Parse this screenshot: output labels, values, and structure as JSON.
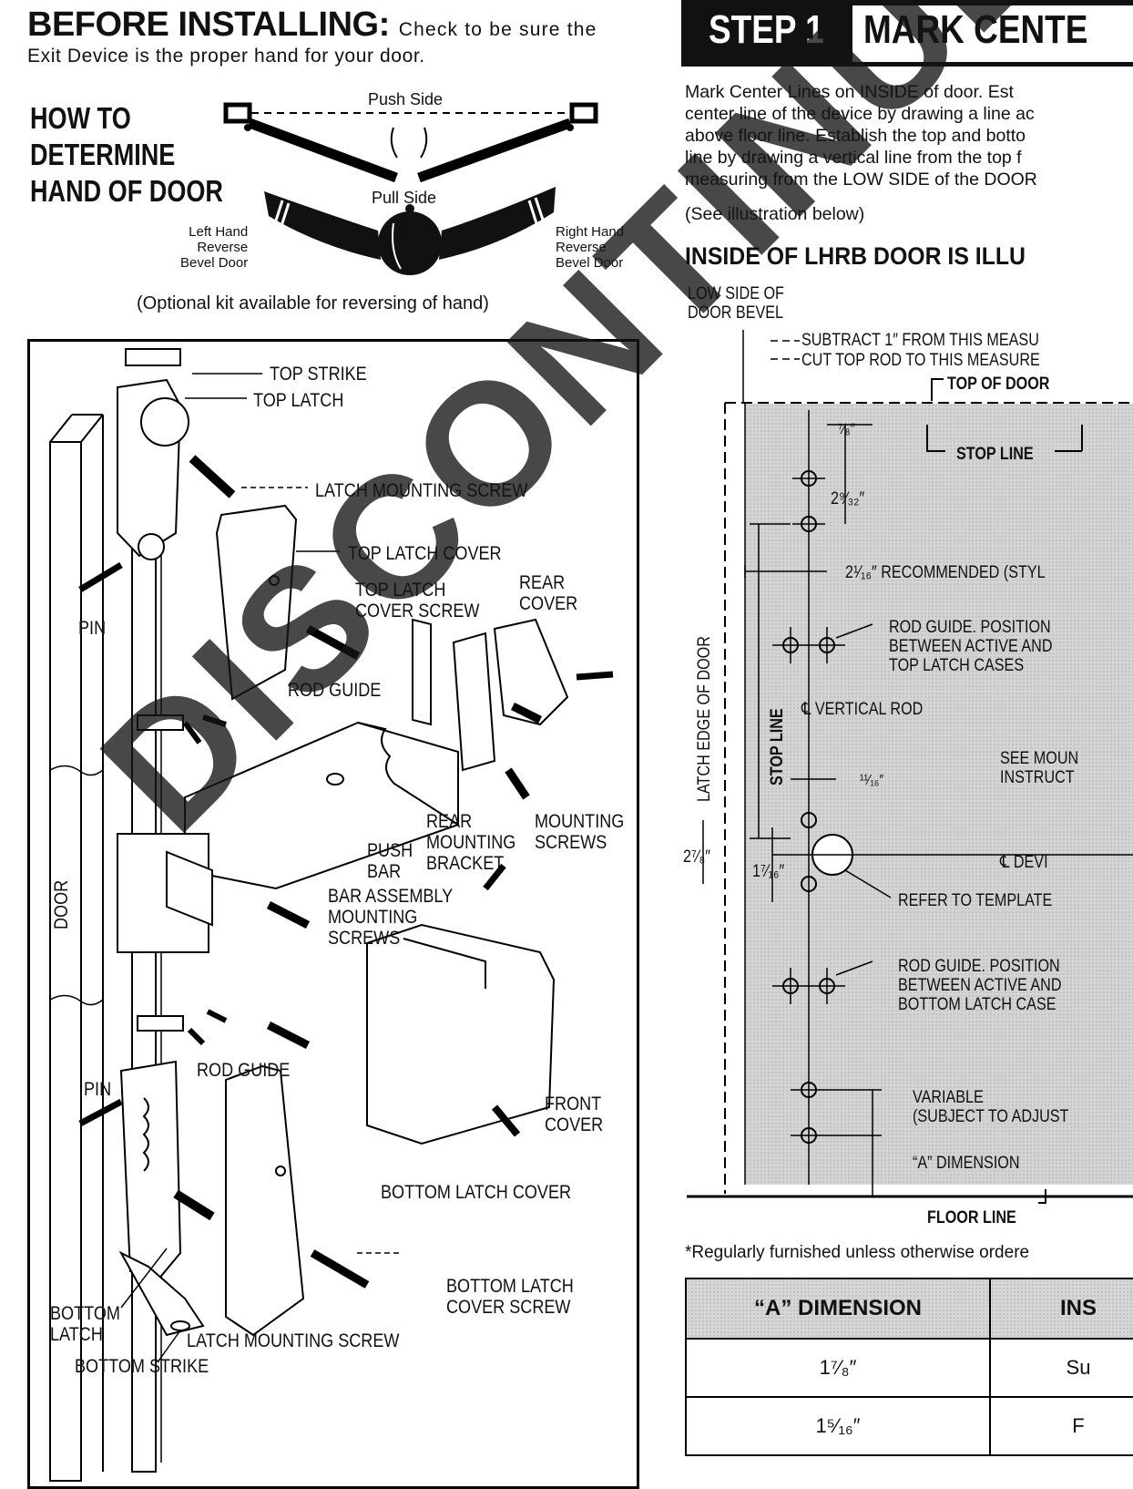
{
  "left": {
    "title": "BEFORE INSTALLING:",
    "title_tail": "Check to be sure the",
    "subtitle": "Exit Device is the proper hand for your door.",
    "how_to": [
      "HOW TO",
      "DETERMINE",
      "HAND OF DOOR"
    ],
    "push_side": "Push Side",
    "pull_side": "Pull Side",
    "left_hand": [
      "Left Hand",
      "Reverse",
      "Bevel Door"
    ],
    "right_hand": [
      "Right Hand",
      "Reverse",
      "Bevel Door"
    ],
    "optional": "(Optional kit available for reversing of hand)"
  },
  "parts": {
    "top_strike": "TOP STRIKE",
    "top_latch": "TOP LATCH",
    "latch_mounting_screw": "LATCH MOUNTING SCREW",
    "top_latch_cover": "TOP LATCH COVER",
    "top_latch_cover_screw": [
      "TOP LATCH",
      "COVER SCREW"
    ],
    "rear_cover": [
      "REAR",
      "COVER"
    ],
    "pin": "PIN",
    "rod_guide": "ROD GUIDE",
    "rear_mounting_bracket": [
      "REAR",
      "MOUNTING",
      "BRACKET"
    ],
    "mounting_screws": [
      "MOUNTING",
      "SCREWS"
    ],
    "push_bar": [
      "PUSH",
      "BAR"
    ],
    "door": "DOOR",
    "bar_assembly_screws": [
      "BAR ASSEMBLY",
      "MOUNTING",
      "SCREWS"
    ],
    "rod_guide_2": "ROD GUIDE",
    "pin_2": "PIN",
    "front_cover": [
      "FRONT",
      "COVER"
    ],
    "bottom_latch_cover": "BOTTOM LATCH COVER",
    "bottom_latch_cover_screw": [
      "BOTTOM LATCH",
      "COVER SCREW"
    ],
    "bottom_latch": [
      "BOTTOM",
      "LATCH"
    ],
    "latch_mounting_screw_2": "LATCH MOUNTING SCREW",
    "bottom_strike": "BOTTOM STRIKE"
  },
  "step": {
    "number": "STEP 1",
    "title": "MARK CENTE",
    "paragraph": [
      "Mark Center Lines on INSIDE of door. Est",
      "center line of the device by drawing a line ac",
      "above floor line. Establish the top and botto",
      "line by drawing a vertical line from the top f",
      "measuring from the LOW SIDE of the DOOR"
    ],
    "see": "(See illustration below)",
    "inside": "INSIDE OF LHRB DOOR IS ILLU"
  },
  "door_diagram": {
    "low_side": [
      "LOW SIDE OF",
      "DOOR BEVEL"
    ],
    "subtract": "SUBTRACT 1″ FROM THIS MEASU",
    "cut_top_rod": "CUT TOP ROD TO THIS MEASURE",
    "top_of_door": "TOP OF DOOR",
    "stop_line_top": "STOP LINE",
    "dim_7_8": "⁷⁄₈″",
    "dim_2_9_32": "2⁹⁄₃₂″",
    "recommended": "2¹⁄₁₆″ RECOMMENDED (STYL",
    "rod_guide_top": [
      "ROD GUIDE. POSITION",
      "BETWEEN ACTIVE AND",
      "TOP LATCH CASES"
    ],
    "latch_edge": "LATCH EDGE OF DOOR",
    "stop_line_side": "STOP LINE",
    "vertical_rod": "℄ VERTICAL ROD",
    "see_mount": [
      "SEE MOUN",
      "INSTRUCT"
    ],
    "dim_11_16": "¹¹⁄₁₆″",
    "dim_2_7_8": "2⁷⁄₈″",
    "dim_1_7_16": "1⁷⁄₁₆″",
    "device_cl": "℄ DEVI",
    "refer_template": "REFER TO TEMPLATE",
    "rod_guide_bottom": [
      "ROD GUIDE. POSITION",
      "BETWEEN ACTIVE AND",
      "BOTTOM LATCH CASE"
    ],
    "variable": [
      "VARIABLE",
      "(SUBJECT TO ADJUST"
    ],
    "a_dimension": "“A” DIMENSION",
    "floor_line": "FLOOR LINE"
  },
  "footnote": "*Regularly furnished unless otherwise ordere",
  "table": {
    "headers": [
      "“A” DIMENSION",
      "INS"
    ],
    "rows": [
      [
        "1⁷⁄₈″",
        "Su"
      ],
      [
        "1⁵⁄₁₆″",
        "F"
      ]
    ]
  },
  "watermark": "DISCONTINUED"
}
